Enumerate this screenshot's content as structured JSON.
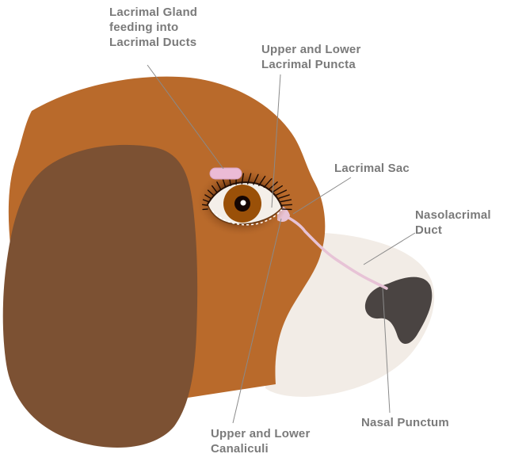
{
  "labels": {
    "lacrimal_gland": [
      "Lacrimal Gland",
      "feeding into",
      "Lacrimal Ducts"
    ],
    "puncta": [
      "Upper and Lower",
      "Lacrimal Puncta"
    ],
    "sac": [
      "Lacrimal Sac"
    ],
    "nasolacrimal": [
      "Nasolacrimal",
      "Duct"
    ],
    "nasal_punctum": [
      "Nasal Punctum"
    ],
    "canaliculi": [
      "Upper and Lower",
      "Canaliculi"
    ]
  },
  "colors": {
    "head": "#b96a2b",
    "ear": "#7c5133",
    "muzzle": "#f2ece6",
    "nose": "#4a4442",
    "duct": "#e7c3d6",
    "gland": "#ebbbd6",
    "iris": "#9a5008",
    "leader": "#8a8a8a",
    "text": "#7a7a7a"
  }
}
